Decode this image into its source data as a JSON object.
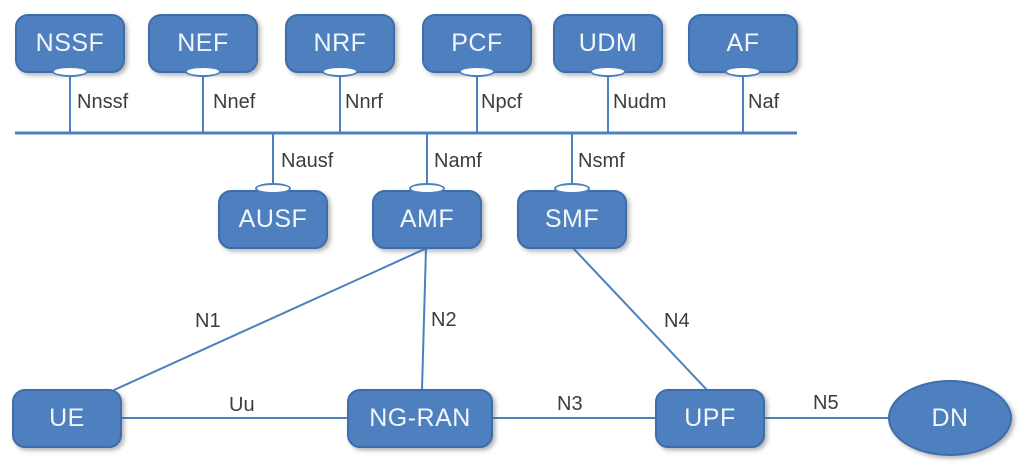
{
  "diagram": {
    "description": "5G core network service-based architecture diagram",
    "nodes": {
      "nssf": "NSSF",
      "nef": "NEF",
      "nrf": "NRF",
      "pcf": "PCF",
      "udm": "UDM",
      "af": "AF",
      "ausf": "AUSF",
      "amf": "AMF",
      "smf": "SMF",
      "ue": "UE",
      "ngran": "NG-RAN",
      "upf": "UPF",
      "dn": "DN"
    },
    "edges": [
      {
        "from": "NSSF",
        "to": "service bus",
        "label": "Nnssf"
      },
      {
        "from": "NEF",
        "to": "service bus",
        "label": "Nnef"
      },
      {
        "from": "NRF",
        "to": "service bus",
        "label": "Nnrf"
      },
      {
        "from": "PCF",
        "to": "service bus",
        "label": "Npcf"
      },
      {
        "from": "UDM",
        "to": "service bus",
        "label": "Nudm"
      },
      {
        "from": "AF",
        "to": "service bus",
        "label": "Naf"
      },
      {
        "from": "AUSF",
        "to": "service bus",
        "label": "Nausf"
      },
      {
        "from": "AMF",
        "to": "service bus",
        "label": "Namf"
      },
      {
        "from": "SMF",
        "to": "service bus",
        "label": "Nsmf"
      },
      {
        "from": "UE",
        "to": "AMF",
        "label": "N1"
      },
      {
        "from": "NG-RAN",
        "to": "AMF",
        "label": "N2"
      },
      {
        "from": "SMF",
        "to": "UPF",
        "label": "N4"
      },
      {
        "from": "UE",
        "to": "NG-RAN",
        "label": "Uu"
      },
      {
        "from": "NG-RAN",
        "to": "UPF",
        "label": "N3"
      },
      {
        "from": "UPF",
        "to": "DN",
        "label": "N5"
      }
    ],
    "colors": {
      "node_fill": "#4e80bf",
      "node_border": "#3d6dab",
      "line": "#4d80bf",
      "node_text": "#f2f5f9",
      "label_text": "#3c3c3c",
      "background": "#ffffff"
    }
  }
}
